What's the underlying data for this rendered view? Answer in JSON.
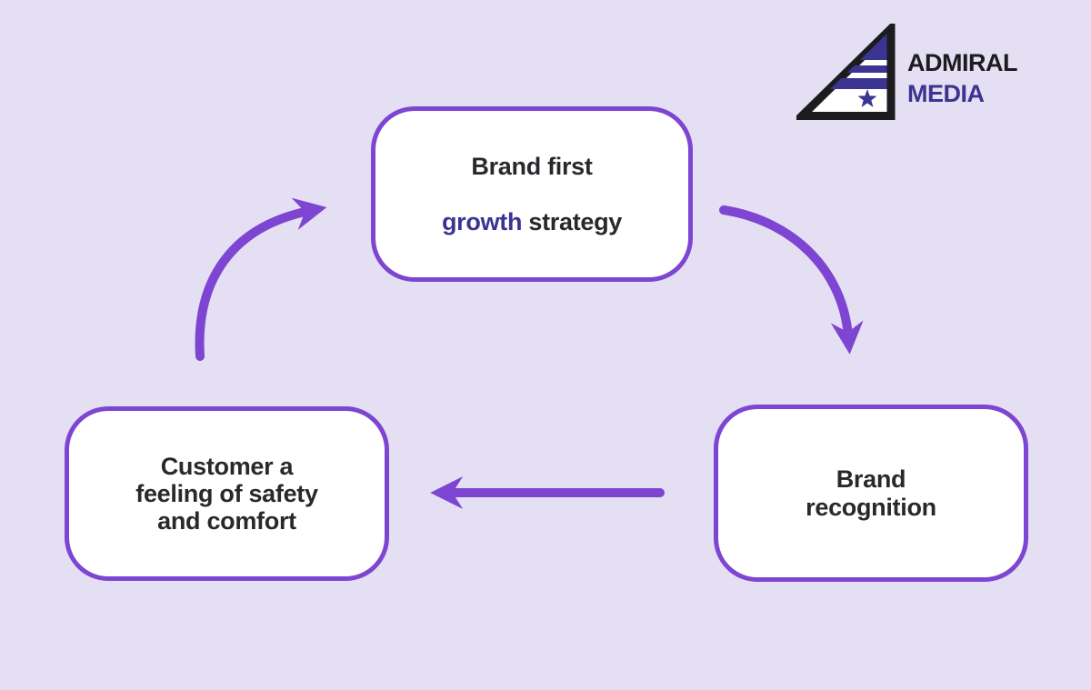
{
  "colors": {
    "background": "#E5DFF4",
    "accent_purple": "#7D45D1",
    "accent_indigo": "#3B3491",
    "text_dark": "#29282C",
    "logo_black": "#1C1B1E",
    "node_fill": "#FFFFFF"
  },
  "logo": {
    "icon": "admiral-sail-icon",
    "line1": "ADMIRAL",
    "line2": "MEDIA"
  },
  "diagram": {
    "nodes": {
      "top": {
        "line1": "Brand first",
        "accent_word": "growth",
        "line2_rest": " strategy"
      },
      "right": {
        "text": "Brand\nrecognition"
      },
      "left": {
        "text": "Customer a\nfeeling of safety\nand comfort"
      }
    },
    "arrows": [
      {
        "name": "left-to-top",
        "style": "curved, points up-right"
      },
      {
        "name": "top-to-right",
        "style": "curved, points down"
      },
      {
        "name": "right-to-left",
        "style": "straight, points left"
      }
    ]
  }
}
